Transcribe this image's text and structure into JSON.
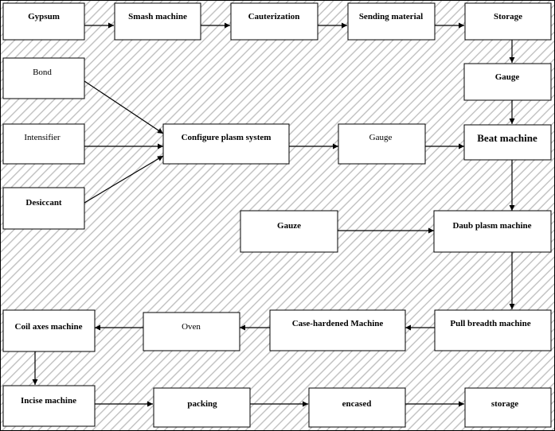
{
  "nodes": {
    "gypsum": "Gypsum",
    "smash": "Smash machine",
    "cauterization": "Cauterization",
    "sending": "Sending material",
    "storage1": "Storage",
    "bond": "Bond",
    "gauge1": "Gauge",
    "intensifier": "Intensifier",
    "configure": "Configure plasm system",
    "gauge2": "Gauge",
    "beat": "Beat  machine",
    "desiccant": "Desiccant",
    "gauze": "Gauze",
    "daub": "Daub plasm machine",
    "coil": "Coil axes machine",
    "oven": "Oven",
    "casehardened": "Case-hardened Machine",
    "pull": "Pull breadth machine",
    "incise": "Incise machine",
    "packing": "packing",
    "encased": "encased",
    "storage2": "storage"
  },
  "edges": [
    [
      "gypsum",
      "smash"
    ],
    [
      "smash",
      "cauterization"
    ],
    [
      "cauterization",
      "sending"
    ],
    [
      "sending",
      "storage1"
    ],
    [
      "storage1",
      "gauge1"
    ],
    [
      "gauge1",
      "beat"
    ],
    [
      "bond",
      "configure"
    ],
    [
      "intensifier",
      "configure"
    ],
    [
      "desiccant",
      "configure"
    ],
    [
      "configure",
      "gauge2"
    ],
    [
      "gauge2",
      "beat"
    ],
    [
      "beat",
      "daub"
    ],
    [
      "gauze",
      "daub"
    ],
    [
      "daub",
      "pull"
    ],
    [
      "pull",
      "casehardened"
    ],
    [
      "casehardened",
      "oven"
    ],
    [
      "oven",
      "coil"
    ],
    [
      "coil",
      "incise"
    ],
    [
      "incise",
      "packing"
    ],
    [
      "packing",
      "encased"
    ],
    [
      "encased",
      "storage2"
    ]
  ]
}
